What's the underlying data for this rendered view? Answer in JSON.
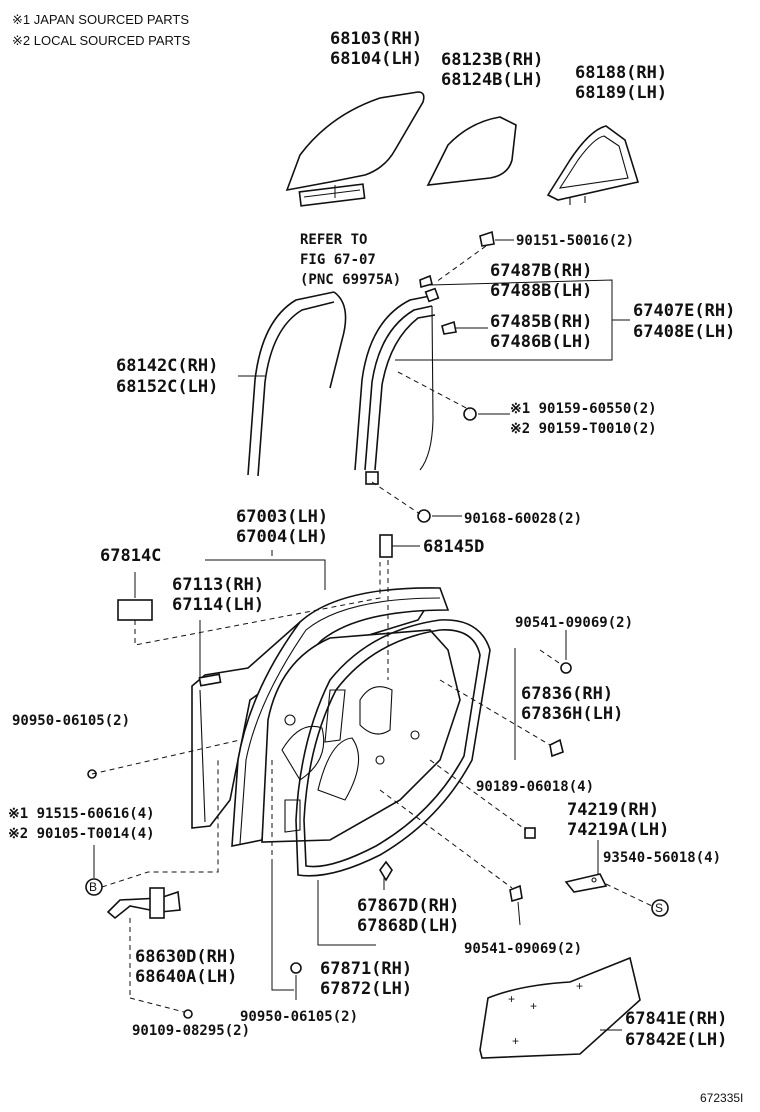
{
  "notes": [
    "※1 JAPAN SOURCED PARTS",
    "※2 LOCAL SOURCED PARTS"
  ],
  "labels": {
    "p68103": "68103(RH)",
    "p68104": "68104(LH)",
    "p68123": "68123B(RH)",
    "p68124": "68124B(LH)",
    "p68188": "68188(RH)",
    "p68189": "68189(LH)",
    "refer1": "REFER TO",
    "refer2": "FIG 67-07",
    "refer3": "(PNC 69975A)",
    "p90151": "90151-50016(2)",
    "p67487": "67487B(RH)",
    "p67488": "67488B(LH)",
    "p67407": "67407E(RH)",
    "p67408": "67408E(LH)",
    "p67485": "67485B(RH)",
    "p67486": "67486B(LH)",
    "p68142": "68142C(RH)",
    "p68152": "68152C(LH)",
    "p90159a": "※1 90159-60550(2)",
    "p90159b": "※2 90159-T0010(2)",
    "p90168": "90168-60028(2)",
    "p67003": "67003(LH)",
    "p67004": "67004(LH)",
    "p67814": "67814C",
    "p68145": "68145D",
    "p67113": "67113(RH)",
    "p67114": "67114(LH)",
    "p90541a": "90541-09069(2)",
    "p90950a": "90950-06105(2)",
    "p67836a": "67836(RH)",
    "p67836b": "67836H(LH)",
    "p90189": "90189-06018(4)",
    "p74219a": "74219(RH)",
    "p74219b": "74219A(LH)",
    "p91515": "※1 91515-60616(4)",
    "p90105": "※2 90105-T0014(4)",
    "p93540": "93540-56018(4)",
    "callout_b": "B",
    "callout_s": "S",
    "p67867": "67867D(RH)",
    "p67868": "67868D(LH)",
    "p90541b": "90541-09069(2)",
    "p68630": "68630D(RH)",
    "p68640": "68640A(LH)",
    "p67871": "67871(RH)",
    "p67872": "67872(LH)",
    "p90950b": "90950-06105(2)",
    "p67841": "67841E(RH)",
    "p67842": "67842E(LH)",
    "p90109": "90109-08295(2)",
    "figno": "672335I"
  }
}
